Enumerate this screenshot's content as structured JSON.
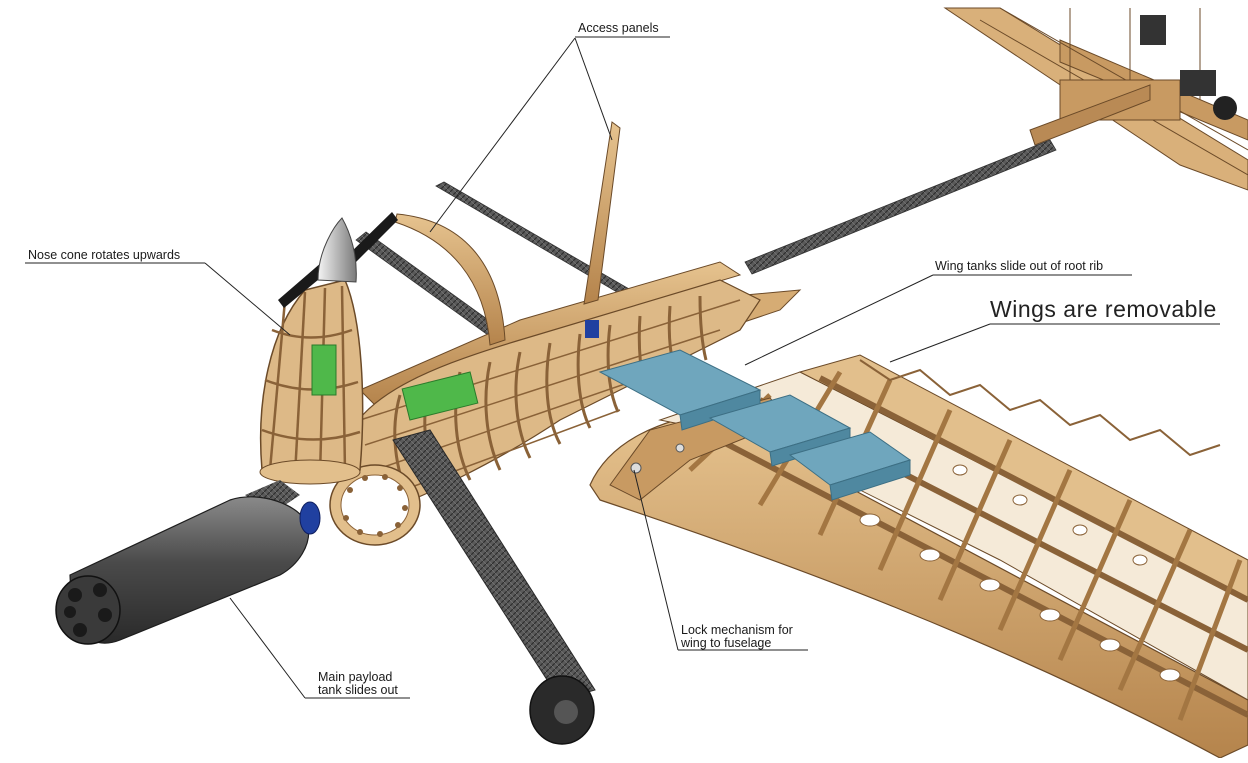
{
  "labels": {
    "access_panels": "Access panels",
    "nose_cone": "Nose cone rotates upwards",
    "wing_tanks": "Wing tanks slide out of root rib",
    "wings_removable": "Wings are removable",
    "lock_line1": "Lock mechanism for",
    "lock_line2": "wing to fuselage",
    "payload_line1": "Main payload",
    "payload_line2": "tank slides out"
  },
  "colors": {
    "wood": "#c89a62",
    "wood_dark": "#8a6238",
    "wood_light": "#e2bf8c",
    "carbon": "#4a4a4a",
    "tank_blue": "#6fa6bd",
    "payload_gray": "#505050",
    "foam_green": "#4fb84a",
    "cap_blue": "#2040a0",
    "leader": "#222222"
  }
}
